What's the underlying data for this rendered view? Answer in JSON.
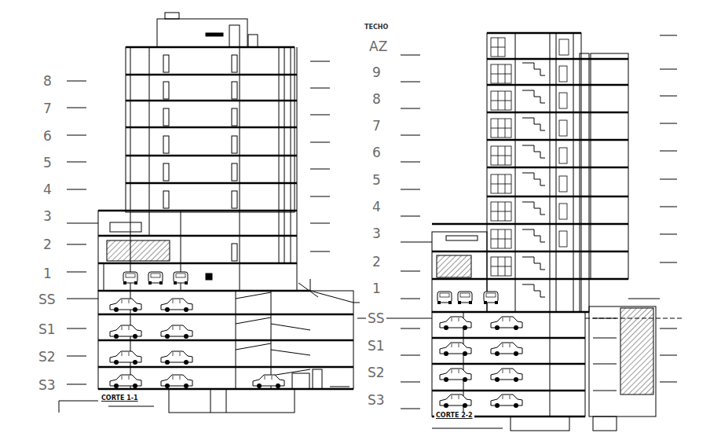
{
  "diagram": {
    "labels": [
      "8",
      "7",
      "6",
      "5",
      "4",
      "3",
      "2",
      "1",
      "SS",
      "S1",
      "S2",
      "S3",
      "CORTE 1-1",
      "TECHO",
      "AZ",
      "9",
      "8",
      "7",
      "6",
      "5",
      "4",
      "3",
      "2",
      "1",
      "SS",
      "S1",
      "S2",
      "S3",
      "CORTE 2-2"
    ]
  }
}
